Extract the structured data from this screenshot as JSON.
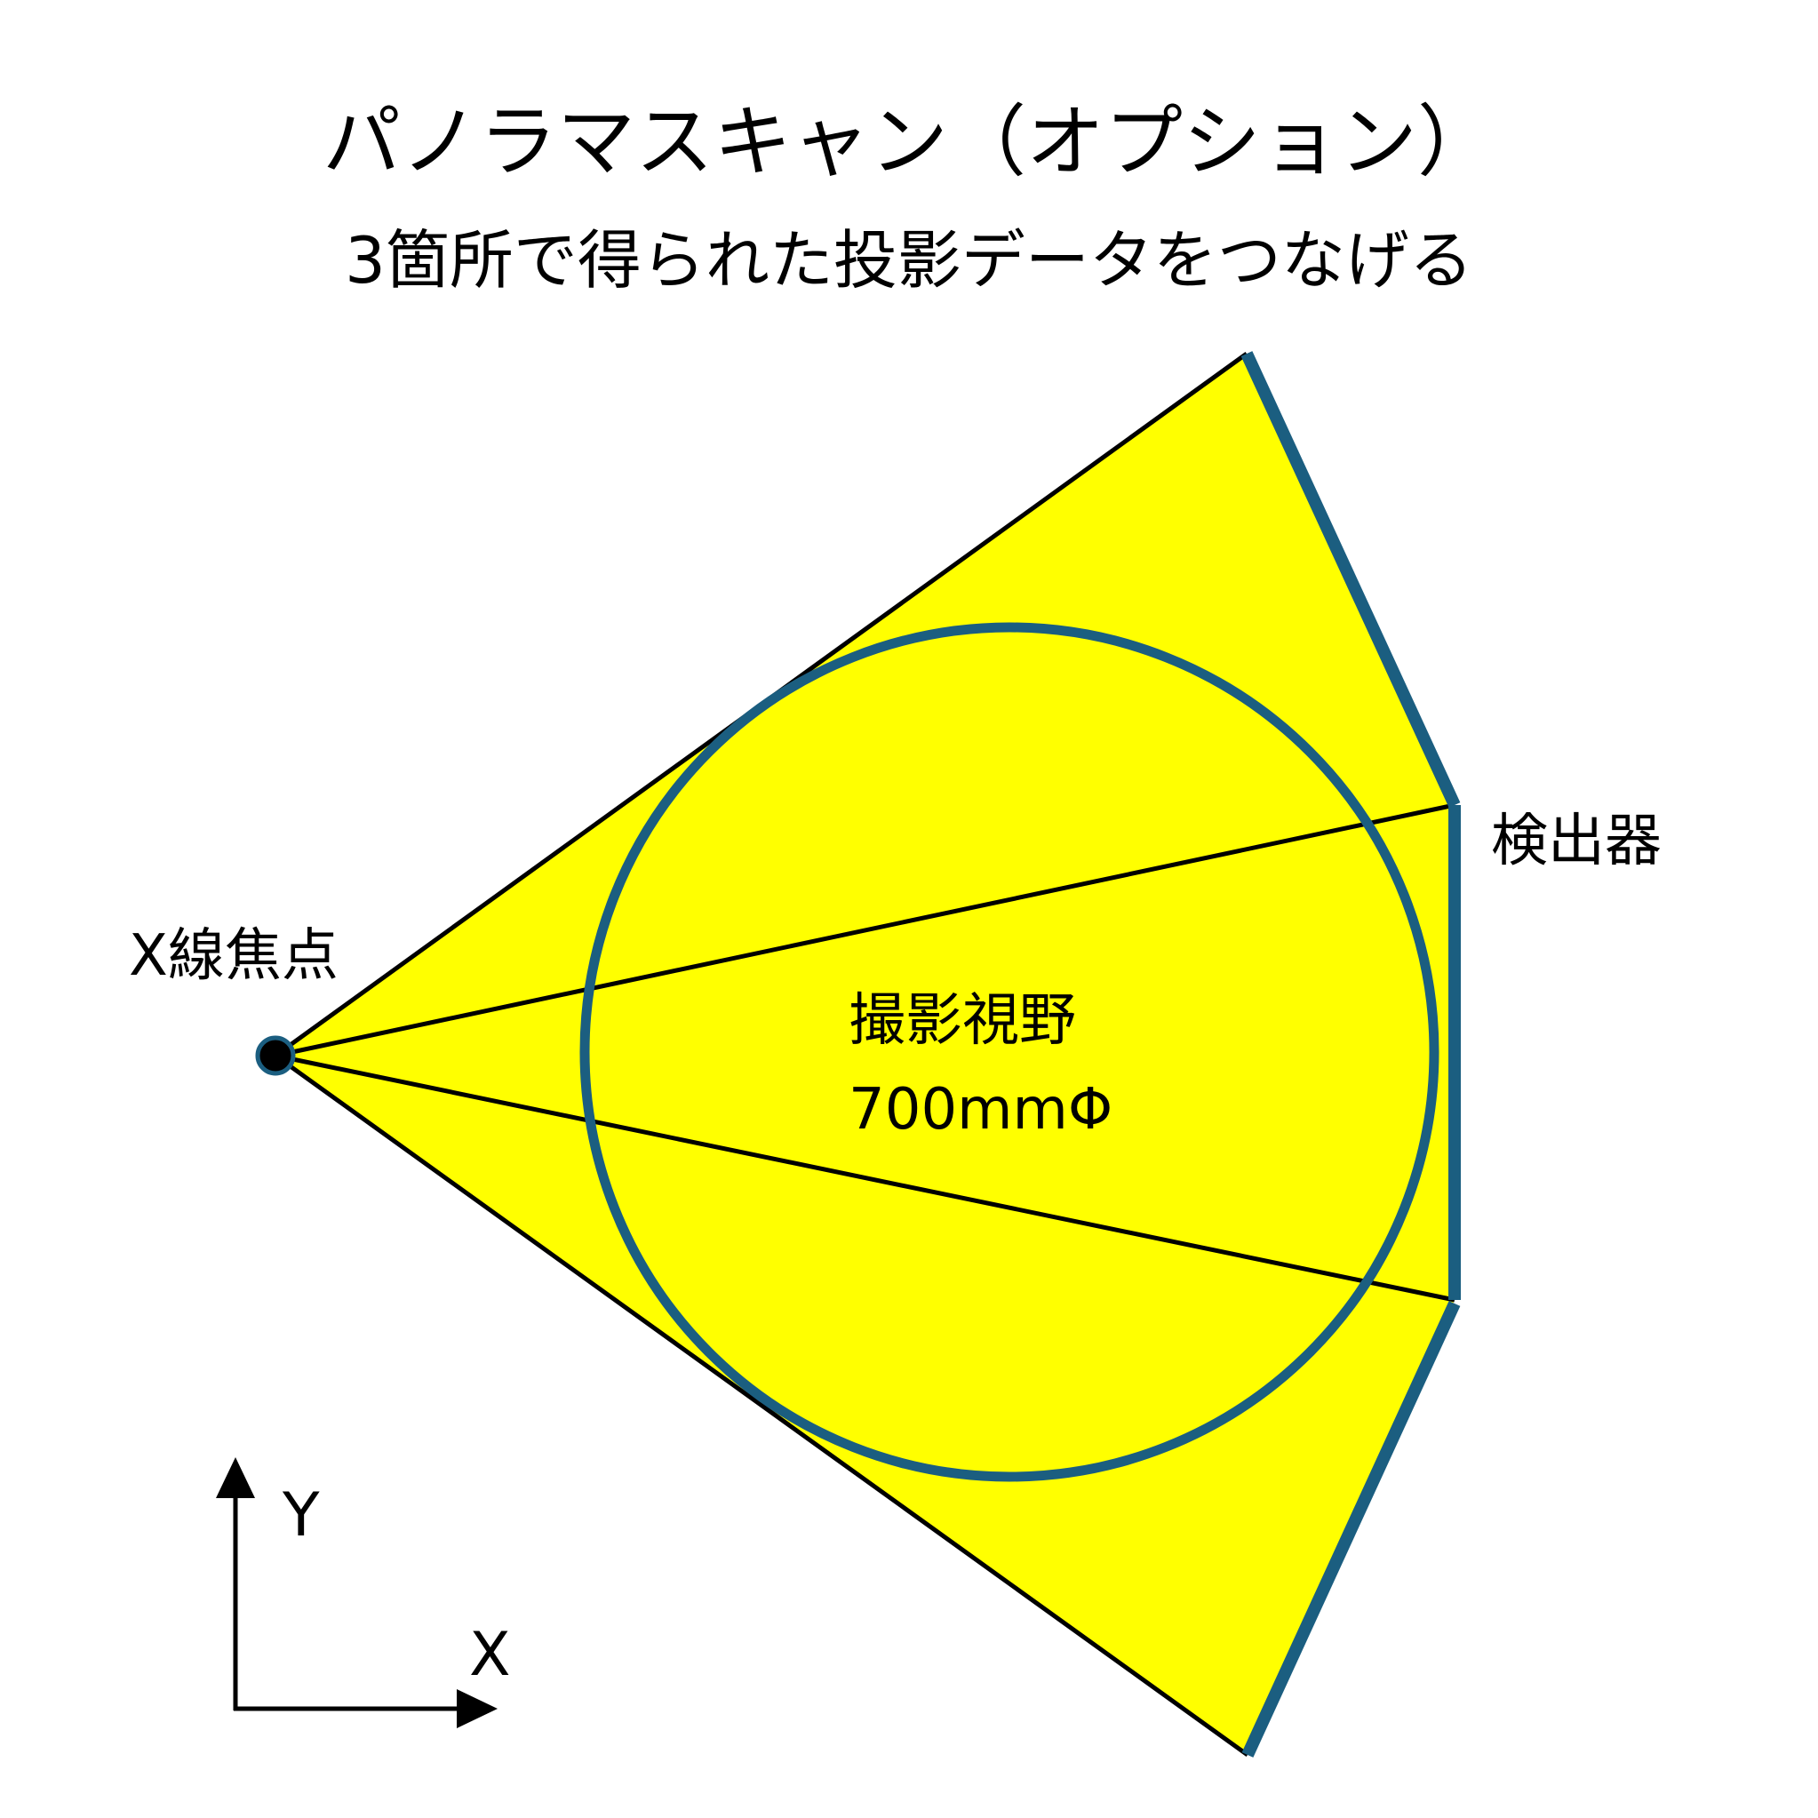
{
  "title": "パノラマスキャン（オプション）",
  "subtitle": "3箇所で得られた投影データをつなげる",
  "labels": {
    "xray_focus": "X線焦点",
    "detector": "検出器",
    "fov_name": "撮影視野",
    "fov_size": "700mmΦ"
  },
  "axes": {
    "x": "X",
    "y": "Y"
  },
  "colors": {
    "beam_fill": "#FFFF00",
    "detector": "#1B5E80",
    "circle": "#1B5E80",
    "lines": "#000000",
    "background": "#FFFFFF"
  }
}
